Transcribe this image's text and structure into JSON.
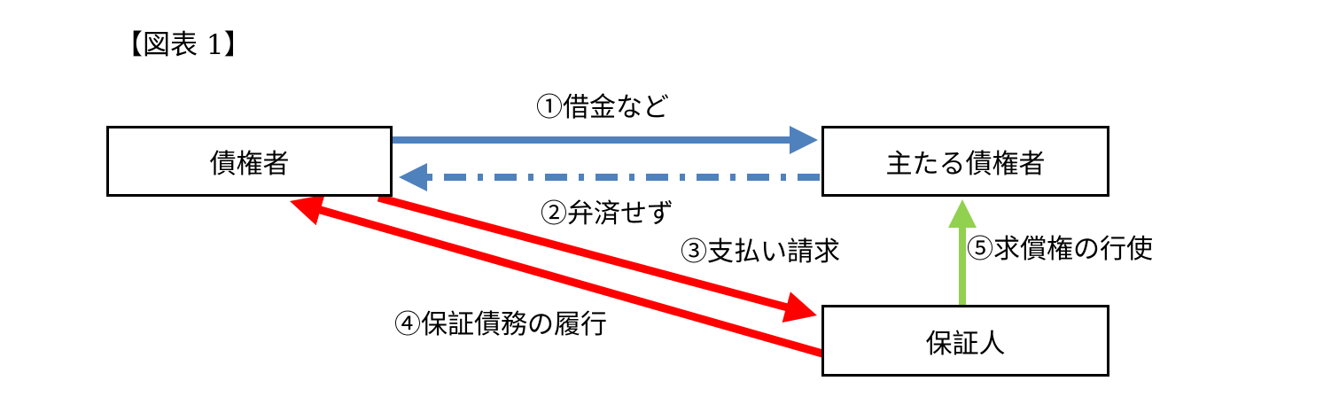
{
  "title": "【図表 1】",
  "boxes": {
    "creditor": {
      "label": "債権者"
    },
    "principal_debtor": {
      "label": "主たる債権者"
    },
    "guarantor": {
      "label": "保証人"
    }
  },
  "arrows": {
    "loan": {
      "label": "①借金など",
      "from": "creditor",
      "to": "principal_debtor",
      "style": "solid",
      "color": "#4F81BD"
    },
    "non_repayment": {
      "label": "②弁済せず",
      "from": "principal_debtor",
      "to": "creditor",
      "style": "dash-dot",
      "color": "#4F81BD"
    },
    "payment_demand": {
      "label": "③支払い請求",
      "from": "creditor",
      "to": "guarantor",
      "style": "solid",
      "color": "#FF0000"
    },
    "guarantee_performance": {
      "label": "④保証債務の履行",
      "from": "guarantor",
      "to": "creditor",
      "style": "solid",
      "color": "#FF0000"
    },
    "reimbursement": {
      "label": "⑤求償権の行使",
      "from": "guarantor",
      "to": "principal_debtor",
      "style": "solid",
      "color": "#92D050"
    }
  },
  "colors": {
    "blue": "#4F81BD",
    "red": "#FF0000",
    "green": "#92D050",
    "box_border": "#000000",
    "text": "#000000",
    "background": "#FFFFFF"
  }
}
